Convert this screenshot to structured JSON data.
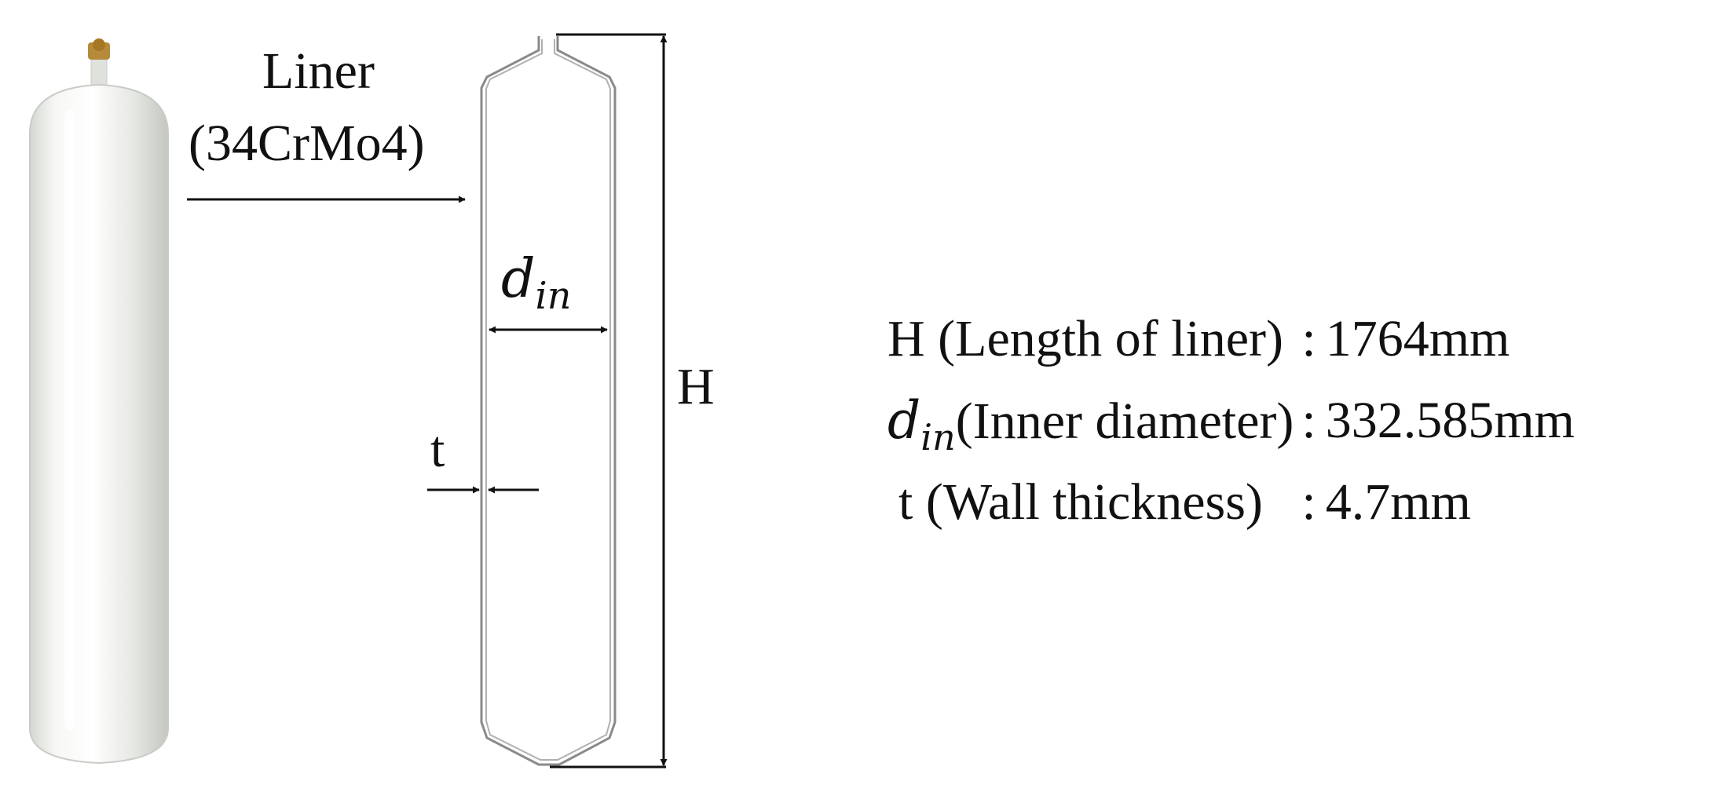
{
  "liner_callout": {
    "line1": "Liner",
    "line2": "(34CrMo4)"
  },
  "dimension_labels": {
    "diameter_symbol": "d",
    "diameter_subscript": "in",
    "height": "H",
    "thickness": "t"
  },
  "specs": [
    {
      "symbol": "",
      "symbol_subscript": "",
      "label": "H (Length of liner)",
      "colon": ":",
      "value": "1764mm"
    },
    {
      "symbol": "d",
      "symbol_subscript": "in",
      "label": "(Inner diameter)",
      "colon": ":",
      "value": "332.585mm"
    },
    {
      "symbol": "",
      "symbol_subscript": "",
      "label": "t (Wall thickness)",
      "colon": ":",
      "value": "4.7mm"
    }
  ],
  "colors": {
    "ink": "#111111",
    "cylinder_body": "#e9ebe6",
    "valve": "#b58a3a",
    "liner_wall": "#8a8a8a"
  }
}
